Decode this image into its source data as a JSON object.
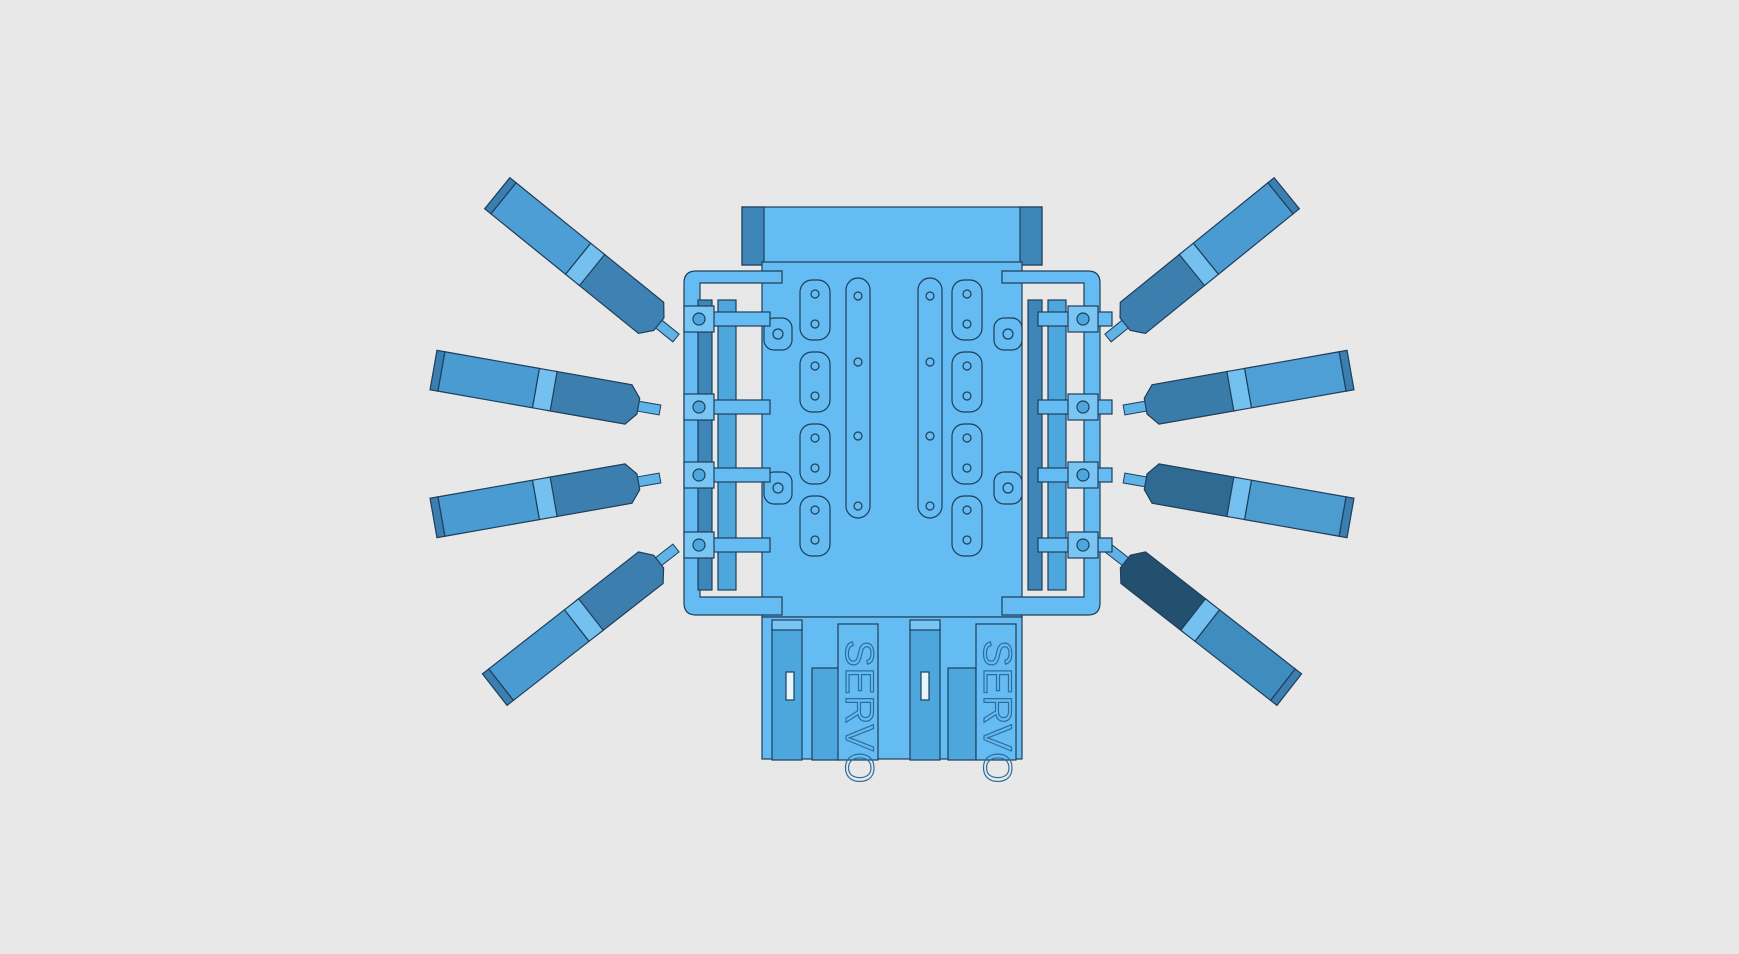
{
  "labels": {
    "servo_left": "SERVO",
    "servo_right": "SERVO"
  },
  "colors": {
    "background": "#e8e8e8",
    "body": "#64bcf2",
    "body_light": "#79c6f4",
    "body_mid": "#4ea7dc",
    "body_dark": "#3f86b8",
    "body_darker": "#2c6892",
    "outline": "#1e3e5a"
  },
  "parts": {
    "legs": 8,
    "servo_housings": 2
  }
}
